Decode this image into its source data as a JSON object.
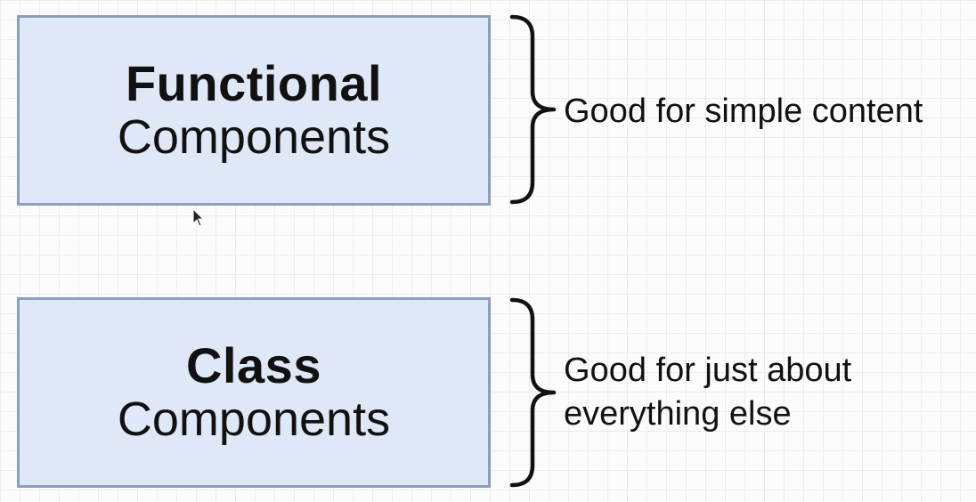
{
  "diagram": {
    "functional": {
      "title": "Functional",
      "subtitle": "Components",
      "note": [
        "Good for simple content"
      ]
    },
    "class": {
      "title": "Class",
      "subtitle": "Components",
      "note": [
        "Good for just about",
        "everything else"
      ]
    }
  },
  "colors": {
    "box_fill": "#dfe8f7",
    "box_border": "#8a9ec0",
    "text": "#111111",
    "grid": "#ececec"
  },
  "icons": {
    "brace": "right-curly-brace-icon",
    "cursor": "mouse-pointer-icon"
  }
}
